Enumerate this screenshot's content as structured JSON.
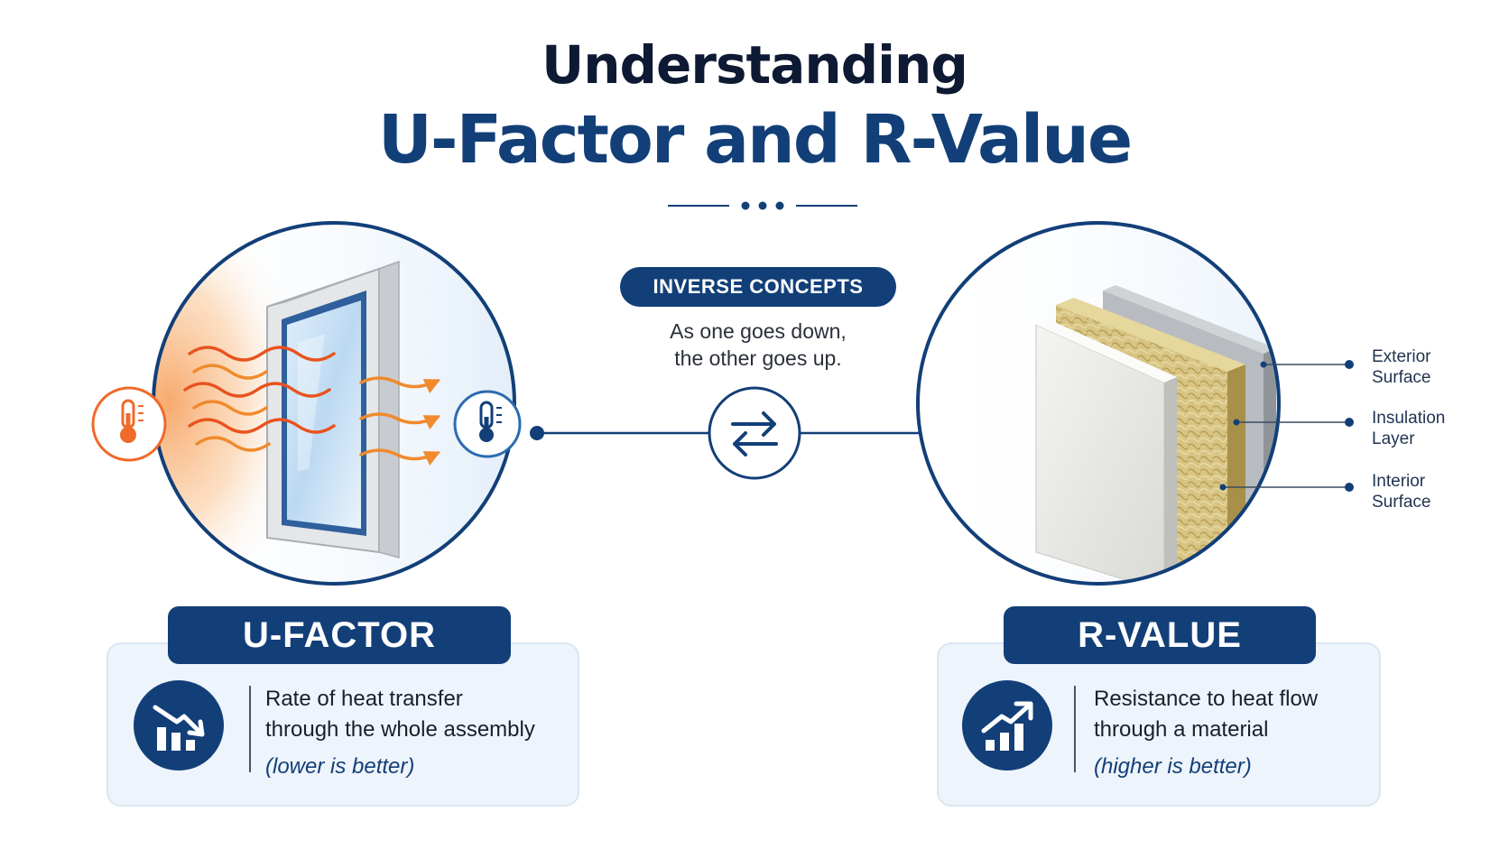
{
  "title": {
    "line1": "Understanding",
    "line2": "U-Factor and R-Value"
  },
  "center": {
    "pill": "INVERSE CONCEPTS",
    "subtitle_line1": "As one goes down,",
    "subtitle_line2": "the other goes up.",
    "icon": "swap-arrows-icon"
  },
  "u_factor": {
    "label": "U-FACTOR",
    "desc_line1": "Rate of heat transfer",
    "desc_line2": "through the whole assembly",
    "note": "(lower is better)",
    "icon": "trend-down-bar-chart-icon",
    "illustration": "window-heat-flow",
    "colors": {
      "heat": "#f26b1d",
      "heat_glow": "#f9b27a"
    }
  },
  "r_value": {
    "label": "R-VALUE",
    "desc_line1": "Resistance to heat flow",
    "desc_line2": "through a material",
    "note": "(higher is better)",
    "icon": "trend-up-bar-chart-icon",
    "illustration": "insulation-wall-layers",
    "layers": [
      {
        "line1": "Exterior",
        "line2": "Surface"
      },
      {
        "line1": "Insulation",
        "line2": "Layer"
      },
      {
        "line1": "Interior",
        "line2": "Surface"
      }
    ],
    "colors": {
      "insulation": "#d6c482"
    }
  },
  "colors": {
    "primary": "#123f78",
    "title": "#0e1a33",
    "card_bg": "#eef4fb"
  }
}
